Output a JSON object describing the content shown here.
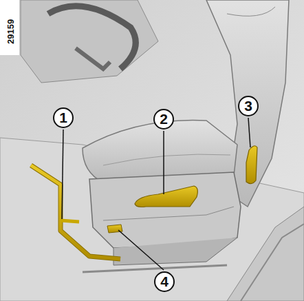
{
  "diagram": {
    "labels": [
      "29159",
      "1",
      "2",
      "3",
      "4"
    ]
  }
}
